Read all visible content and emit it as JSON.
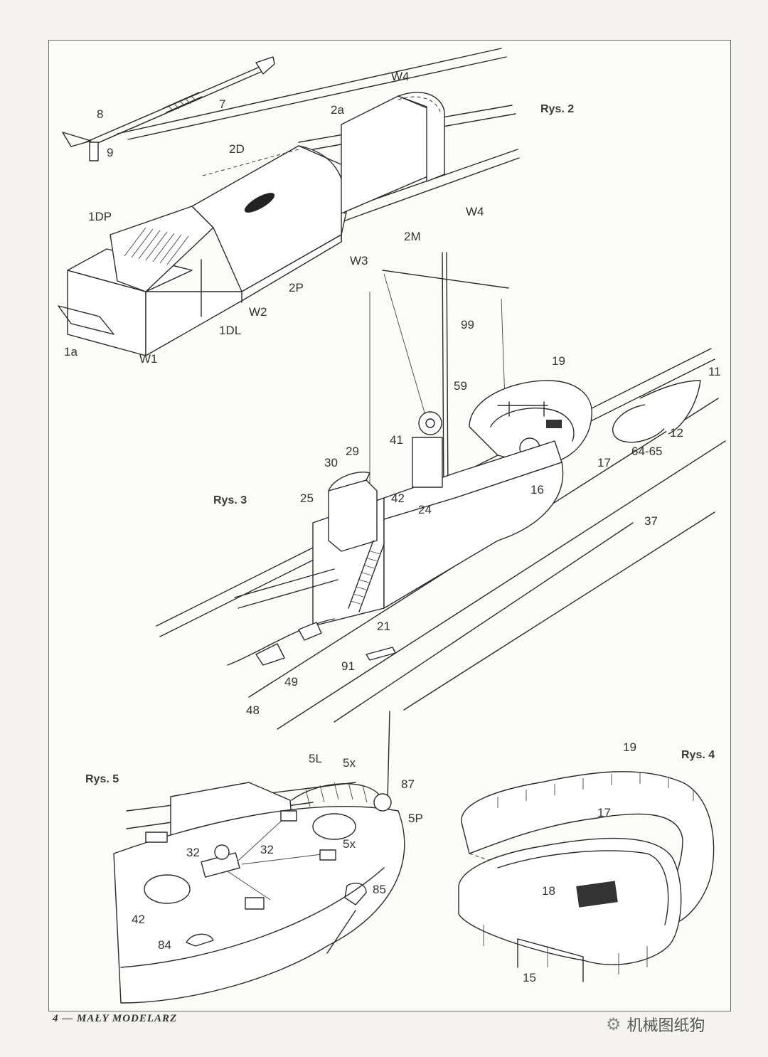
{
  "page": {
    "footer": "4 — MAŁY MODELARZ"
  },
  "watermark": {
    "text": "机械图纸狗"
  },
  "figures": {
    "rys2": {
      "title": "Rys. 2",
      "labels": {
        "l8": "8",
        "l9": "9",
        "l7": "7",
        "l2a": "2a",
        "l2D": "2D",
        "l1DP": "1DP",
        "l1a": "1a",
        "lW1": "W1",
        "l1DL": "1DL",
        "lW2": "W2",
        "l2P": "2P",
        "lW3": "W3",
        "l2M": "2M",
        "lW4a": "W4",
        "lW4b": "W4"
      }
    },
    "rys3": {
      "title": "Rys. 3",
      "labels": {
        "l99": "99",
        "l19": "19",
        "l11": "11",
        "l59": "59",
        "l41": "41",
        "l12": "12",
        "l6465": "64-65",
        "l17": "17",
        "l16": "16",
        "l30": "30",
        "l29": "29",
        "l25": "25",
        "l42": "42",
        "l24": "24",
        "l37": "37",
        "l21": "21",
        "l91": "91",
        "l49": "49",
        "l48": "48"
      }
    },
    "rys4": {
      "title": "Rys. 4",
      "labels": {
        "l19": "19",
        "l17": "17",
        "l18": "18",
        "l15": "15"
      }
    },
    "rys5": {
      "title": "Rys. 5",
      "labels": {
        "l5L": "5L",
        "l5x": "5x",
        "l87": "87",
        "l5P": "5P",
        "l32a": "32",
        "l32b": "32",
        "l5x2": "5x",
        "l85": "85",
        "l42": "42",
        "l84": "84"
      }
    }
  }
}
